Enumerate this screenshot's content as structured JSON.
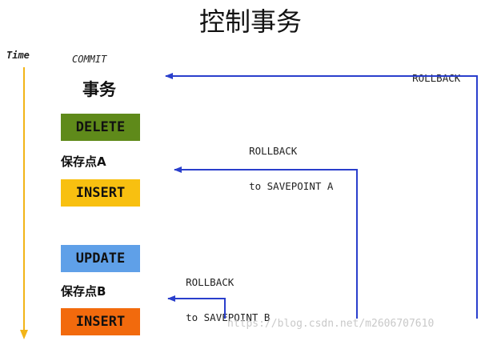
{
  "title": "控制事务",
  "time_label": "Time",
  "commit_label": "COMMIT",
  "transaction_label": "事务",
  "operations": [
    {
      "label": "DELETE",
      "color": "#5f8a1a"
    },
    {
      "label": "INSERT",
      "color": "#f8c010"
    },
    {
      "label": "UPDATE",
      "color": "#5fa0e8"
    },
    {
      "label": "INSERT",
      "color": "#f26a0d"
    }
  ],
  "savepoints": [
    "保存点A",
    "保存点B"
  ],
  "rollbacks": [
    {
      "line1": "ROLLBACK",
      "line2": ""
    },
    {
      "line1": "ROLLBACK",
      "line2": "to SAVEPOINT A"
    },
    {
      "line1": "ROLLBACK",
      "line2": "to SAVEPOINT B"
    }
  ],
  "colors": {
    "timeline": "#f2b418",
    "arrow": "#2a3fcc"
  },
  "watermark": "https://blog.csdn.net/m2606707610"
}
